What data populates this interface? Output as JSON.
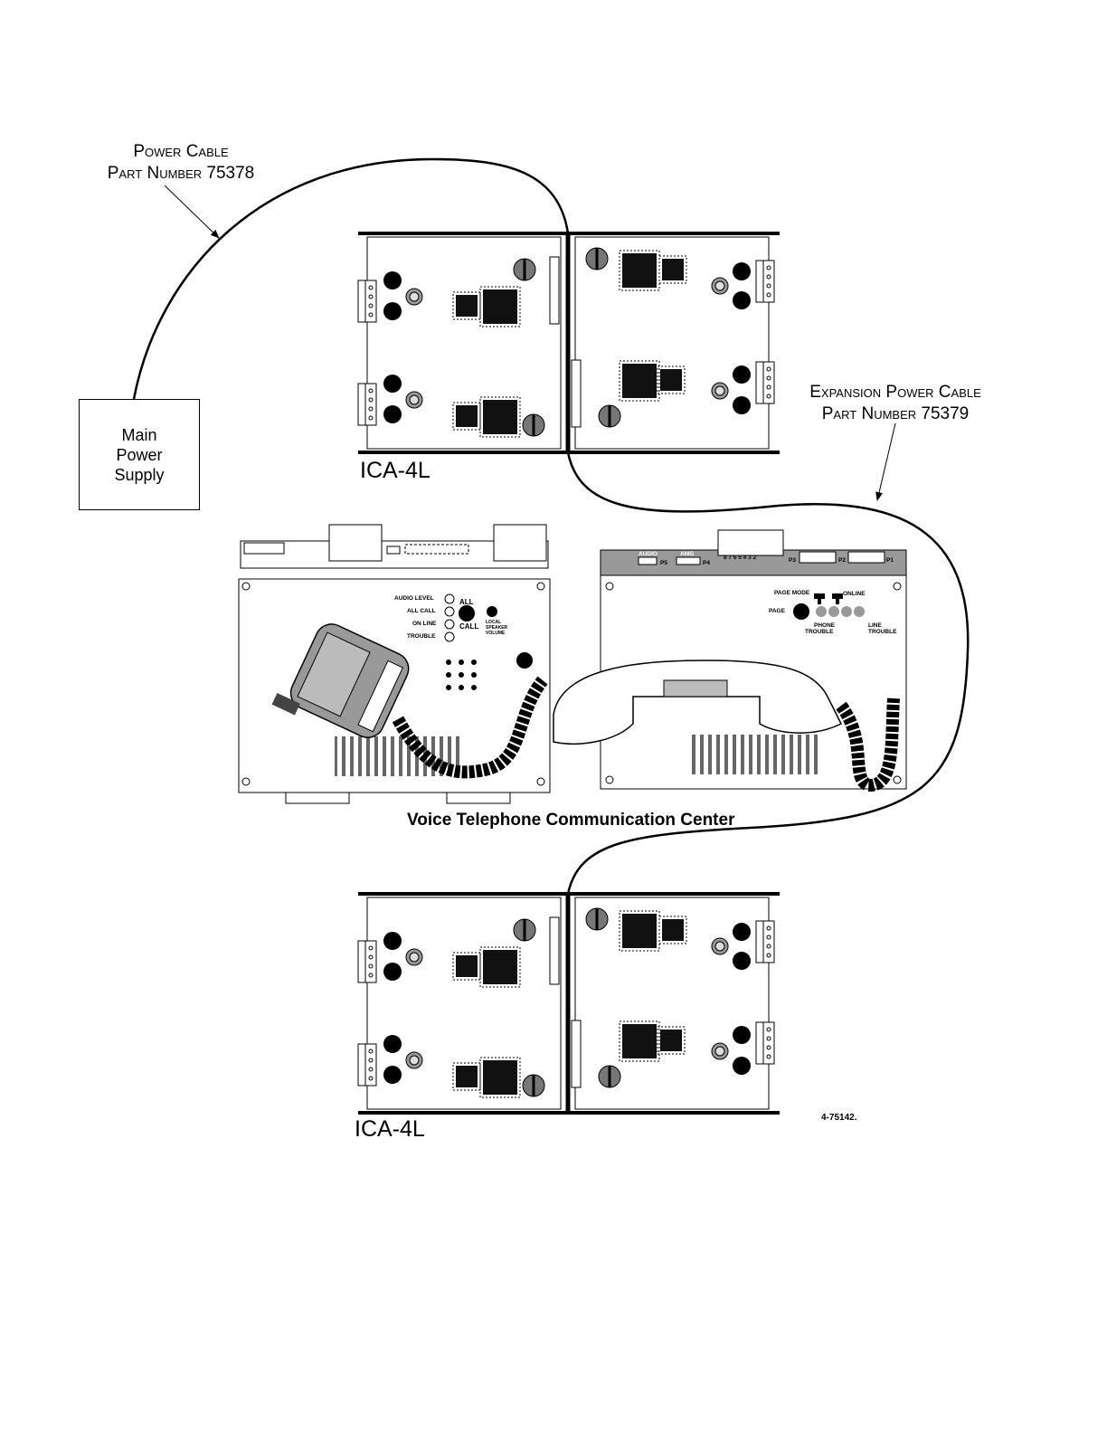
{
  "labels": {
    "power_cable": [
      "Power Cable",
      "Part Number 75378"
    ],
    "expansion_cable": [
      "Expansion Power Cable",
      "Part Number 75379"
    ],
    "main_power_supply": [
      "Main",
      "Power",
      "Supply"
    ],
    "ica_top": "ICA-4L",
    "ica_bottom": "ICA-4L",
    "vtcc_title": "Voice Telephone Communication Center",
    "figure_number": "4-75142."
  },
  "mic_panel": {
    "indicators": [
      "AUDIO LEVEL",
      "ALL CALL",
      "ON LINE",
      "TROUBLE"
    ],
    "all_call_button": [
      "ALL",
      "CALL"
    ],
    "volume_label": [
      "LOCAL",
      "SPEAKER",
      "VOLUME"
    ]
  },
  "phone_panel": {
    "audio": "AUDIO",
    "amg": "AMG",
    "p5": "P5",
    "p4": "P4",
    "p3": "P3",
    "p2": "P2",
    "p1": "P1",
    "terminals": "8 7 6 5 4 3 2",
    "page_mode": "PAGE MODE",
    "online": "ONLINE",
    "page": "PAGE",
    "phone_trouble": [
      "PHONE",
      "TROUBLE"
    ],
    "line_trouble": [
      "LINE",
      "TROUBLE"
    ]
  }
}
